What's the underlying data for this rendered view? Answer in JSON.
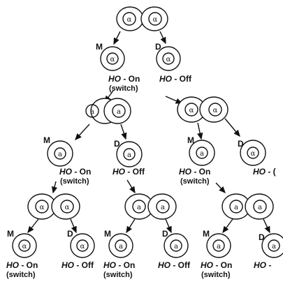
{
  "diagram": {
    "glyphs": {
      "alpha": "α",
      "a": "a"
    },
    "labels": {
      "mother": "M",
      "daughter": "D",
      "ho_on_prefix": "HO",
      "ho_on_suffix": " - On",
      "switch": "(switch)",
      "ho_off_prefix": "HO",
      "ho_off_suffix": " - Off",
      "ho_cut_prefix": "HO",
      "ho_cut_suffix": " - (",
      "ho_cut_end_prefix": "HO",
      "ho_cut_end_suffix": " - "
    },
    "colors": {
      "ink": "#111111",
      "background": "#ffffff"
    }
  }
}
